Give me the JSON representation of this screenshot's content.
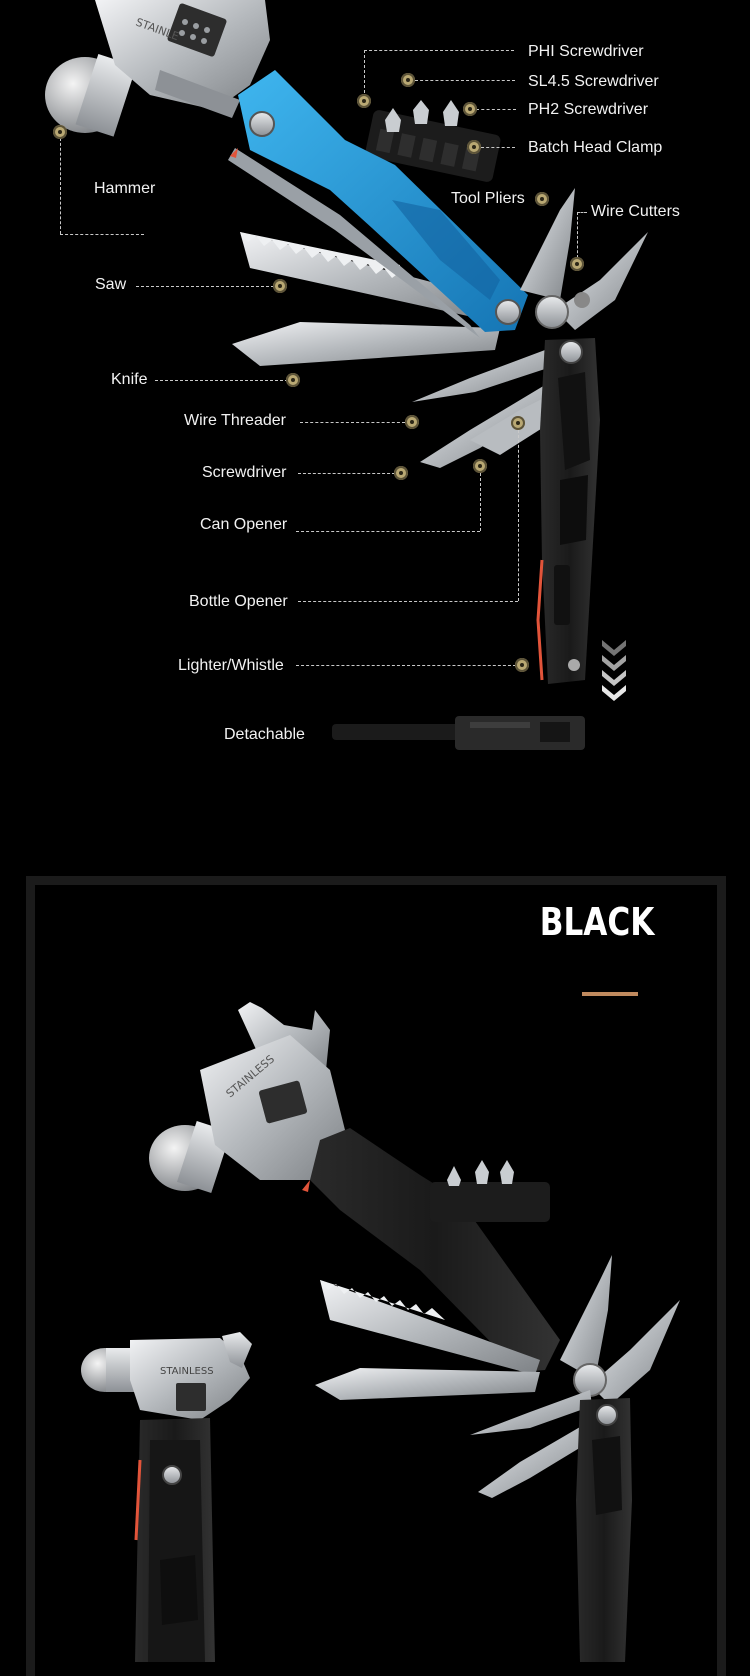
{
  "callouts": {
    "phi_screwdriver": "PHI Screwdriver",
    "sl45_screwdriver": "SL4.5 Screwdriver",
    "ph2_screwdriver": "PH2 Screwdriver",
    "batch_head_clamp": "Batch Head Clamp",
    "hammer": "Hammer",
    "tool_pliers": "Tool Pliers",
    "wire_cutters": "Wire Cutters",
    "saw": "Saw",
    "knife": "Knife",
    "wire_threader": "Wire Threader",
    "screwdriver": "Screwdriver",
    "can_opener": "Can Opener",
    "bottle_opener": "Bottle Opener",
    "lighter_whistle": "Lighter/Whistle",
    "detachable": "Detachable"
  },
  "engraving": {
    "top_head": "STAINLE",
    "black_head": "STAINLESS",
    "small_head": "STAINLESS"
  },
  "color_section": {
    "title": "BLACK"
  },
  "colors": {
    "background": "#000000",
    "callout_dot": "#b9a873",
    "accent_underline": "#c08a5e",
    "blue_handle": "#1f9ad6",
    "black_handle": "#1e1e1e",
    "steel": "#c9cdd1"
  },
  "icons": {
    "scroll_hint": "triple-chevron-down-icon"
  }
}
